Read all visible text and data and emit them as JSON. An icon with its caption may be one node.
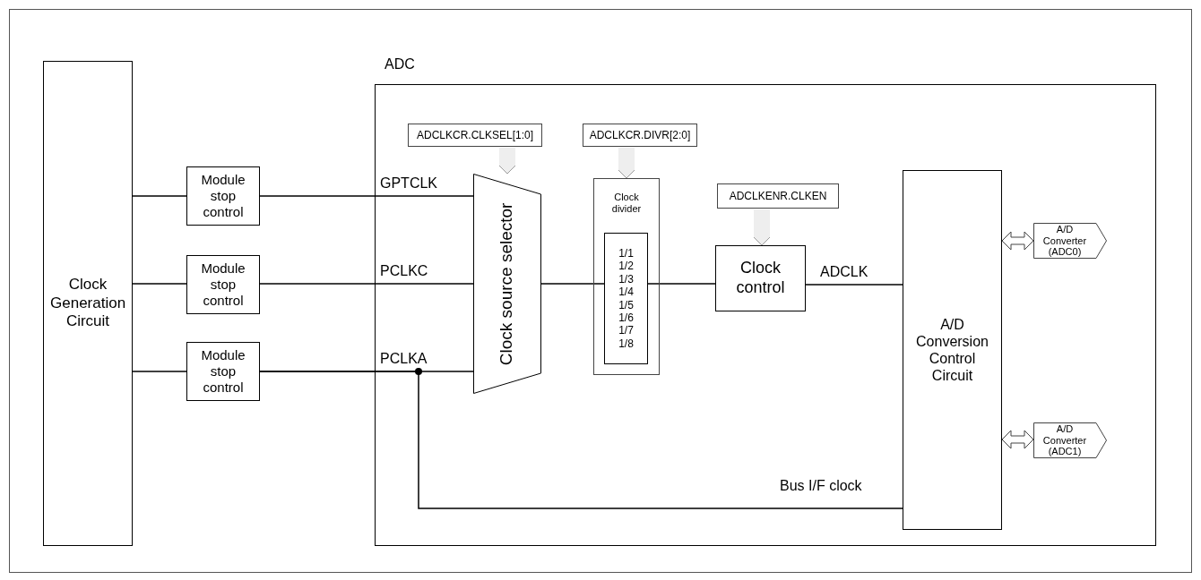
{
  "diagram": {
    "nodes": [
      {
        "text": [
          "Clock Generation Circuit"
        ]
      },
      {
        "text": [
          "ADC"
        ]
      },
      {
        "text": [
          "Module stop control"
        ]
      },
      {
        "text": [
          "Module stop control"
        ]
      },
      {
        "text": [
          "Module stop control"
        ]
      },
      {
        "text": [
          "ADCLKCR.CLKSEL[1:0]"
        ],
        "in": 1
      },
      {
        "text": [
          "ADCLKCR.DIVR[2:0]"
        ],
        "in": 1
      },
      {
        "text": [
          "Clock source selector"
        ],
        "in": 1
      },
      {
        "text": [
          "Clock divider"
        ],
        "in": 1
      },
      {
        "text": [
          "1/1 1/2 1/3 1/4 1/5 1/6 1/7 1/8"
        ],
        "in": 8
      },
      {
        "text": [
          "ADCLKENR.CLKEN"
        ],
        "in": 1
      },
      {
        "text": [
          "Clock control"
        ],
        "in": 1
      },
      {
        "text": [
          "A/D Conversion Control Circuit"
        ],
        "in": 1
      },
      {
        "text": [
          "A/D Converter (ADC0)"
        ],
        "in": 1
      },
      {
        "text": [
          "A/D Converter (ADC1)"
        ],
        "in": 1
      }
    ],
    "edges": [
      {
        "from": 0,
        "to": 2,
        "arrow": "none"
      },
      {
        "from": 0,
        "to": 3,
        "arrow": "none"
      },
      {
        "from": 0,
        "to": 4,
        "arrow": "none"
      },
      {
        "from": 2,
        "to": 7,
        "arrow": "none",
        "label": "GPTCLK"
      },
      {
        "from": 3,
        "to": 7,
        "arrow": "none",
        "label": "PCLKC"
      },
      {
        "from": 4,
        "to": 7,
        "arrow": "none",
        "label": "PCLKA"
      },
      {
        "from": 4,
        "to": 12,
        "arrow": "none",
        "label": "Bus I/F clock"
      },
      {
        "from": 5,
        "to": 7,
        "arrow": "to",
        "style": "thick",
        "color": "#eeeeee"
      },
      {
        "from": 6,
        "to": 8,
        "arrow": "to",
        "style": "thick",
        "color": "#eeeeee"
      },
      {
        "from": 7,
        "to": 9,
        "arrow": "none"
      },
      {
        "from": 9,
        "to": 11,
        "arrow": "none"
      },
      {
        "from": 10,
        "to": 11,
        "arrow": "to",
        "style": "thick",
        "color": "#eeeeee"
      },
      {
        "from": 11,
        "to": 12,
        "arrow": "none",
        "label": "ADCLK"
      },
      {
        "from": 12,
        "to": 13,
        "arrow": "both",
        "style": "thick"
      },
      {
        "from": 12,
        "to": 14,
        "arrow": "both",
        "style": "thick"
      }
    ]
  }
}
